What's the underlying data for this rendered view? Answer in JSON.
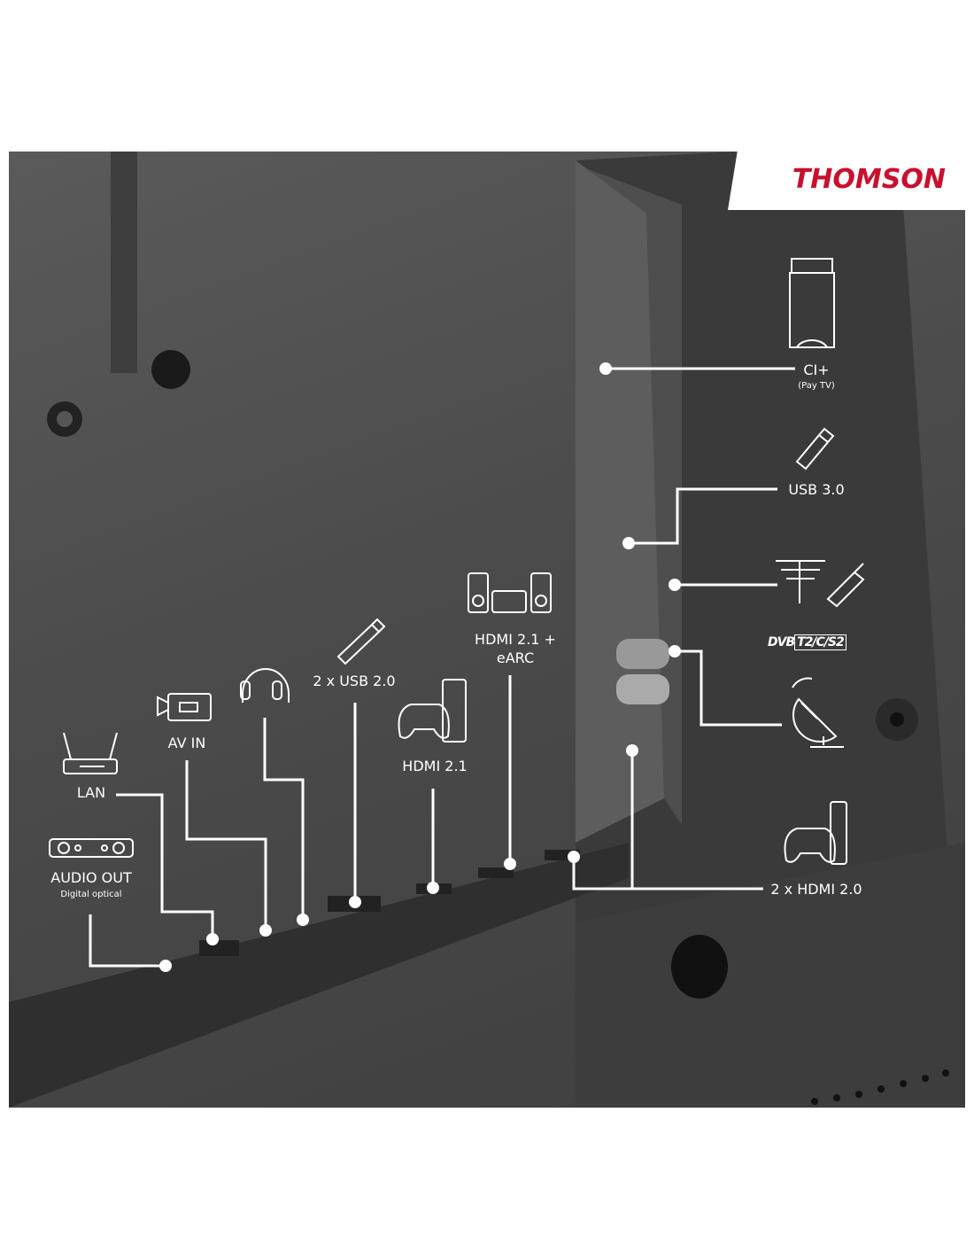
{
  "brand": {
    "name": "THOMSON",
    "color": "#c8102e"
  },
  "connectors": [
    {
      "id": "ci",
      "label": "CI+",
      "sub": "(Pay TV)",
      "icon": "ci-card-icon"
    },
    {
      "id": "usb3",
      "label": "USB 3.0",
      "icon": "usb-stick-icon"
    },
    {
      "id": "dvb",
      "label": "DVB T2/C/S2",
      "logo_parts": [
        "DVB",
        "T2/C/S2"
      ],
      "icon": "antenna-coax-icon"
    },
    {
      "id": "sat",
      "icon": "satellite-dish-icon"
    },
    {
      "id": "hdmi20",
      "label": "2 x HDMI 2.0",
      "icon": "game-console-icon"
    },
    {
      "id": "earc",
      "label": "HDMI 2.1 +",
      "label2": "eARC",
      "icon": "speakers-icon"
    },
    {
      "id": "hdmi21",
      "label": "HDMI 2.1",
      "icon": "game-console-icon"
    },
    {
      "id": "usb2",
      "label": "2 x USB 2.0",
      "icon": "usb-stick-icon"
    },
    {
      "id": "headphones",
      "icon": "headphones-icon"
    },
    {
      "id": "av",
      "label": "AV IN",
      "icon": "camcorder-icon"
    },
    {
      "id": "lan",
      "label": "LAN",
      "icon": "router-icon"
    },
    {
      "id": "audio",
      "label": "AUDIO OUT",
      "sub": "Digital optical",
      "icon": "optical-audio-icon"
    }
  ]
}
